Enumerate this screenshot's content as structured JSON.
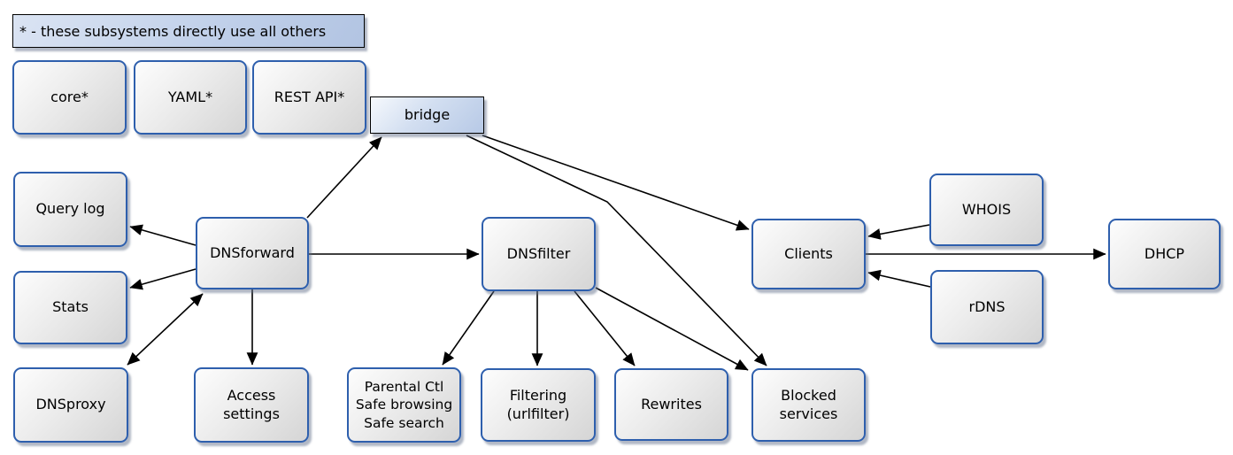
{
  "diagram": {
    "legend": "* - these subsystems directly use all others",
    "colors": {
      "node_border": "#2e5fad",
      "gray_fill_top": "#fdfdfd",
      "gray_fill_bottom": "#d5d5d5",
      "blue_fill_top": "#f6f9fd",
      "blue_fill_bottom": "#b7c9e6",
      "line": "#000000",
      "shadow": "rgba(99,114,140,0.5)",
      "background": "#ffffff"
    },
    "nodes": {
      "core": {
        "label": "core*",
        "style": "gray"
      },
      "yaml": {
        "label": "YAML*",
        "style": "gray"
      },
      "rest_api": {
        "label": "REST API*",
        "style": "gray"
      },
      "bridge": {
        "label": "bridge",
        "style": "blue"
      },
      "query_log": {
        "label": "Query log",
        "style": "gray"
      },
      "stats": {
        "label": "Stats",
        "style": "gray"
      },
      "dnsforward": {
        "label": "DNSforward",
        "style": "gray"
      },
      "dnsproxy": {
        "label": "DNSproxy",
        "style": "gray"
      },
      "access_settings": {
        "label": "Access\nsettings",
        "style": "gray"
      },
      "dnsfilter": {
        "label": "DNSfilter",
        "style": "gray"
      },
      "parental": {
        "label": "Parental Ctl\nSafe browsing\nSafe search",
        "style": "gray"
      },
      "filtering": {
        "label": "Filtering\n(urlfilter)",
        "style": "gray"
      },
      "rewrites": {
        "label": "Rewrites",
        "style": "gray"
      },
      "blocked_services": {
        "label": "Blocked\nservices",
        "style": "gray"
      },
      "clients": {
        "label": "Clients",
        "style": "gray"
      },
      "whois": {
        "label": "WHOIS",
        "style": "gray"
      },
      "rdns": {
        "label": "rDNS",
        "style": "gray"
      },
      "dhcp": {
        "label": "DHCP",
        "style": "gray"
      }
    },
    "edges": [
      {
        "from": "dnsforward",
        "to": "bridge",
        "dir": "single"
      },
      {
        "from": "bridge",
        "to": "clients",
        "dir": "single"
      },
      {
        "from": "bridge",
        "to": "blocked_services",
        "dir": "single",
        "note": "bent polyline"
      },
      {
        "from": "dnsforward",
        "to": "query_log",
        "dir": "single"
      },
      {
        "from": "dnsforward",
        "to": "stats",
        "dir": "single"
      },
      {
        "from": "dnsforward",
        "to": "dnsproxy",
        "dir": "both"
      },
      {
        "from": "dnsforward",
        "to": "access_settings",
        "dir": "single"
      },
      {
        "from": "dnsforward",
        "to": "dnsfilter",
        "dir": "single"
      },
      {
        "from": "dnsfilter",
        "to": "parental",
        "dir": "single"
      },
      {
        "from": "dnsfilter",
        "to": "filtering",
        "dir": "single"
      },
      {
        "from": "dnsfilter",
        "to": "rewrites",
        "dir": "single"
      },
      {
        "from": "dnsfilter",
        "to": "blocked_services",
        "dir": "single"
      },
      {
        "from": "whois",
        "to": "clients",
        "dir": "single"
      },
      {
        "from": "rdns",
        "to": "clients",
        "dir": "single"
      },
      {
        "from": "clients",
        "to": "dhcp",
        "dir": "single"
      }
    ]
  }
}
